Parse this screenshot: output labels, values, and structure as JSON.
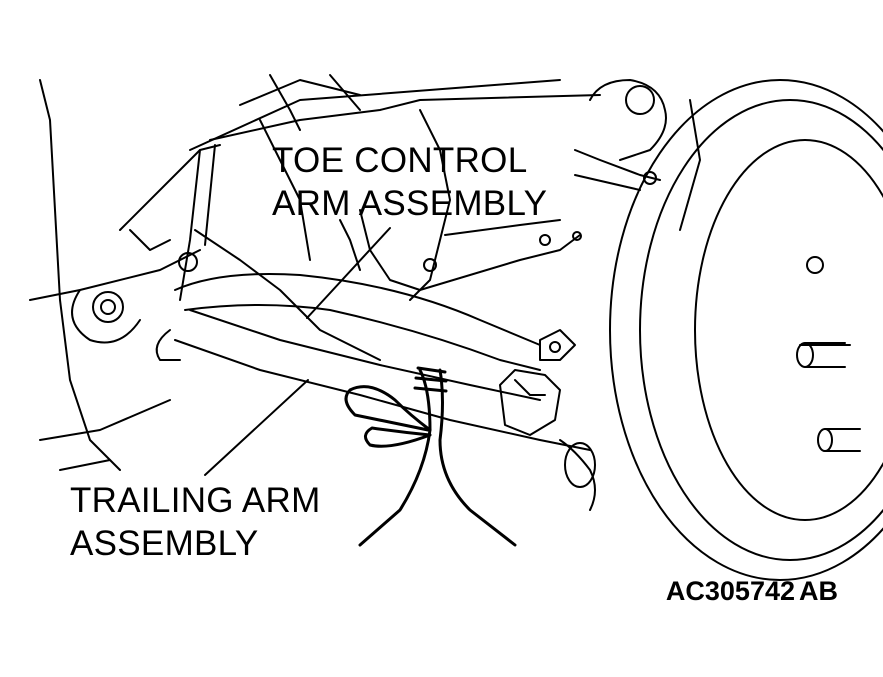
{
  "labels": {
    "toe_control_line1": "TOE CONTROL",
    "toe_control_line2": "ARM ASSEMBLY",
    "trailing_arm_line1": "TRAILING ARM",
    "trailing_arm_line2": "ASSEMBLY"
  },
  "figure_id": {
    "code": "AC305742",
    "suffix": "AB"
  },
  "colors": {
    "ink": "#000000",
    "background": "#ffffff"
  }
}
